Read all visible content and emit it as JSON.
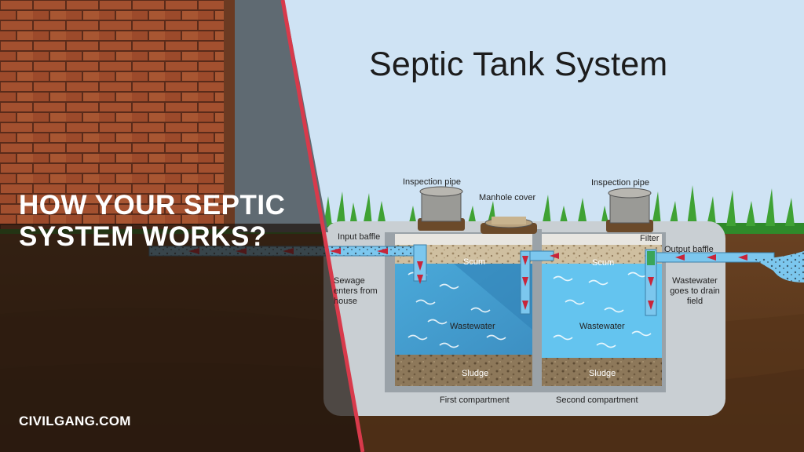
{
  "diagram": {
    "title": "Septic Tank System",
    "labels": {
      "inspection_pipe_left": "Inspection pipe",
      "inspection_pipe_right": "Inspection pipe",
      "manhole_cover": "Manhole cover",
      "input_baffle": "Input baffle",
      "filter": "Filter",
      "output_baffle": "Output baffle",
      "sewage_enters": "Sewage enters from house",
      "wastewater_goes": "Wastewater goes to drain field",
      "scum_left": "Scum",
      "scum_right": "Scum",
      "wastewater_left": "Wastewater",
      "wastewater_right": "Wastewater",
      "sludge_left": "Sludge",
      "sludge_right": "Sludge",
      "first_compartment": "First compartment",
      "second_compartment": "Second compartment"
    }
  },
  "overlay": {
    "headline": "HOW YOUR SEPTIC SYSTEM WORKS?",
    "brand": "CIVILGANG.COM"
  },
  "colors": {
    "sky": "#cfe3f4",
    "brick": "#a3502f",
    "mortar": "#5a2b1a",
    "soil": "#5d3a20",
    "grass": "#2f8a2a",
    "tank": "#c9cfd3",
    "water": "#56b6e6",
    "sludge": "#8a7556",
    "accent_red": "#d83a4b",
    "arrow": "#c8253a"
  }
}
